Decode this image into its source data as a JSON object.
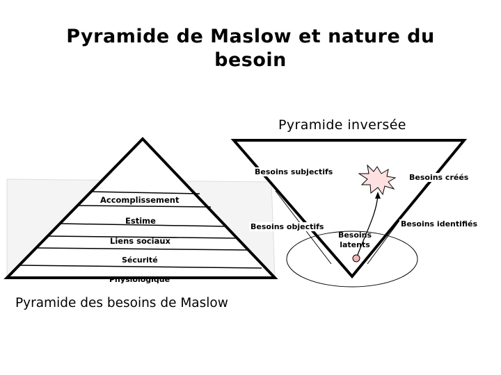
{
  "title": "Pyramide de Maslow et nature du besoin",
  "maslow": {
    "caption": "Pyramide des besoins de Maslow",
    "levels": [
      "Accomplissement",
      "Estime",
      "Liens sociaux",
      "Sécurité",
      "Physiologique"
    ]
  },
  "inverted": {
    "title": "Pyramide inversée",
    "subjective": "Besoins subjectifs",
    "objective": "Besoins objectifs",
    "created": "Besoins créés",
    "identified": "Besoins identifiés",
    "latent": "Besoins latents"
  }
}
